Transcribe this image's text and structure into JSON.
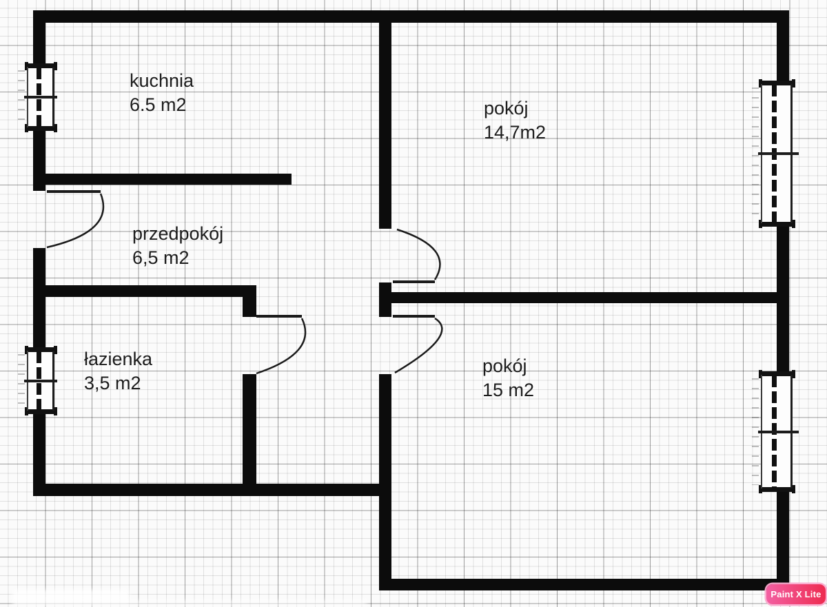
{
  "floorplan": {
    "rooms": [
      {
        "id": "kuchnia",
        "name": "kuchnia",
        "area": "6.5 m2"
      },
      {
        "id": "pokoj-duzy",
        "name": "pokój",
        "area": "14,7m2"
      },
      {
        "id": "przedpokoj",
        "name": "przedpokój",
        "area": "6,5 m2"
      },
      {
        "id": "lazienka",
        "name": "łazienka",
        "area": "3,5 m2"
      },
      {
        "id": "pokoj-maly",
        "name": "pokój",
        "area": "15 m2"
      }
    ],
    "symbols": {
      "window_icon": "hatched-double-casement",
      "door_icon": "quarter-circle-swing"
    }
  },
  "watermark": {
    "app_badge": "Paint X Lite"
  },
  "colors": {
    "wall": "#0c0c0c",
    "paper": "#fbfbfb",
    "grid_minor": "#dddddd",
    "grid_major": "#a9a9a9",
    "label_text": "#1c1c1c",
    "badge_gradient_start": "#f35fa2",
    "badge_gradient_end": "#ee2b50"
  }
}
